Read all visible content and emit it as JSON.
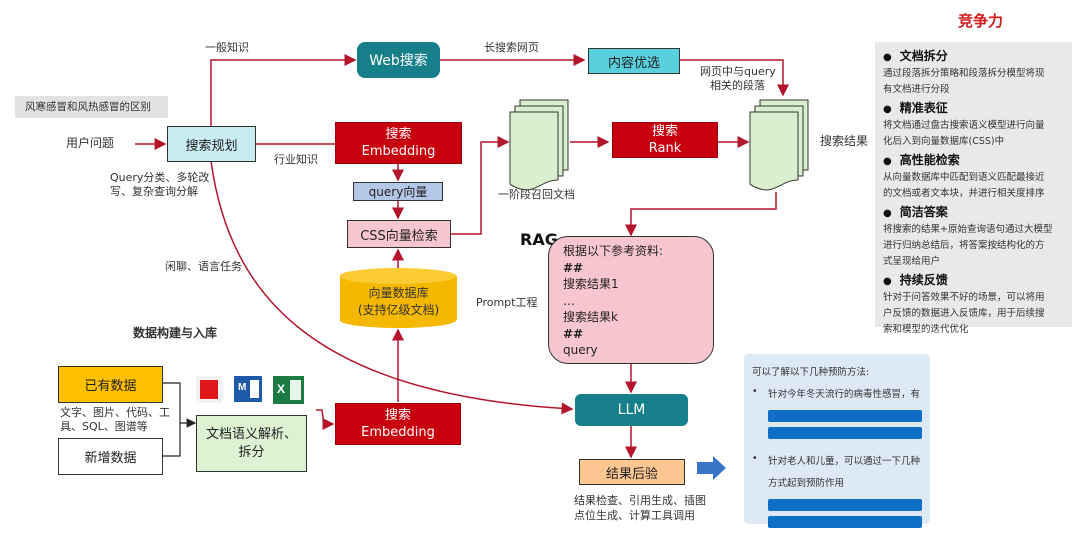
{
  "title": "竞争力",
  "example_query": "风寒感冒和风热感冒的区别",
  "colors": {
    "accent_red": "#c8000e",
    "teal": "#167f8a",
    "wire": "#b3162a",
    "db_yellow": "#f5b800"
  },
  "labels": {
    "user_question": "用户问题",
    "general_knowledge": "一般知识",
    "industry_knowledge": "行业知识",
    "query_processing": [
      "Query分类、多轮改",
      "写、复杂查询分解"
    ],
    "chitchat": "闲聊、语言任务",
    "long_search_pages": "长搜索网页",
    "relevant_paragraphs": [
      "网页中与query",
      "相关的段落"
    ],
    "first_stage_docs": "一阶段召回文档",
    "search_results": "搜索结果",
    "prompt_engineering": "Prompt工程",
    "rag": "RAG",
    "data_build": "数据构建与入库",
    "data_types": [
      "文字、图片、代码、工",
      "具、SQL、图谱等"
    ],
    "post_check_desc": [
      "结果检查、引用生成、插图",
      "点位生成、计算工具调用"
    ]
  },
  "nodes": {
    "search_planning": "搜索规划",
    "web_search": "Web搜索",
    "content_select": "内容优选",
    "search_embedding": [
      "搜索",
      "Embedding"
    ],
    "query_vector": "query向量",
    "css_retrieval": "CSS向量检索",
    "vector_db": [
      "向量数据库",
      "(支持亿级文档)"
    ],
    "search_rank": [
      "搜索",
      "Rank"
    ],
    "llm": "LLM",
    "post_check": "结果后验",
    "existing_data": "已有数据",
    "new_data": "新增数据",
    "doc_parse": [
      "文档语义解析、",
      "拆分"
    ],
    "ingest_embedding": [
      "搜索",
      "Embedding"
    ]
  },
  "file_icons": [
    "pdf-icon",
    "word-icon",
    "excel-icon"
  ],
  "prompt_template": [
    "根据以下参考资料:",
    "##",
    "搜索结果1",
    "…",
    "搜索结果k",
    "##",
    "query"
  ],
  "answer_preview": {
    "intro": "可以了解以下几种预防方法:",
    "bullets": [
      {
        "text": [
          "针对今年冬天流行的病毒性感冒，有"
        ],
        "redacted_lines": 2
      },
      {
        "text": [
          "针对老人和儿童，可以通过一下几种",
          "方式起到预防作用"
        ],
        "redacted_lines": 2
      }
    ]
  },
  "competitiveness": [
    {
      "heading": "文档拆分",
      "desc": [
        "通过段落拆分策略和段落拆分模型将现",
        "有文档进行分段"
      ]
    },
    {
      "heading": "精准表征",
      "desc": [
        "将文档通过盘古搜索语义模型进行向量",
        "化后入到向量数据库(CSS)中"
      ]
    },
    {
      "heading": "高性能检索",
      "desc": [
        "从向量数据库中匹配到语义匹配最接近",
        "的文档或者文本块，并进行相关度排序"
      ]
    },
    {
      "heading": "简洁答案",
      "desc": [
        "将搜索的结果+原始查询语句通过大模型",
        "进行归纳总结后，将答案按结构化的方",
        "式呈现给用户"
      ]
    },
    {
      "heading": "持续反馈",
      "desc": [
        "针对于问答效果不好的场景，可以将用",
        "户反馈的数据进入反馈库，用于后续搜",
        "索和模型的迭代优化"
      ]
    }
  ]
}
